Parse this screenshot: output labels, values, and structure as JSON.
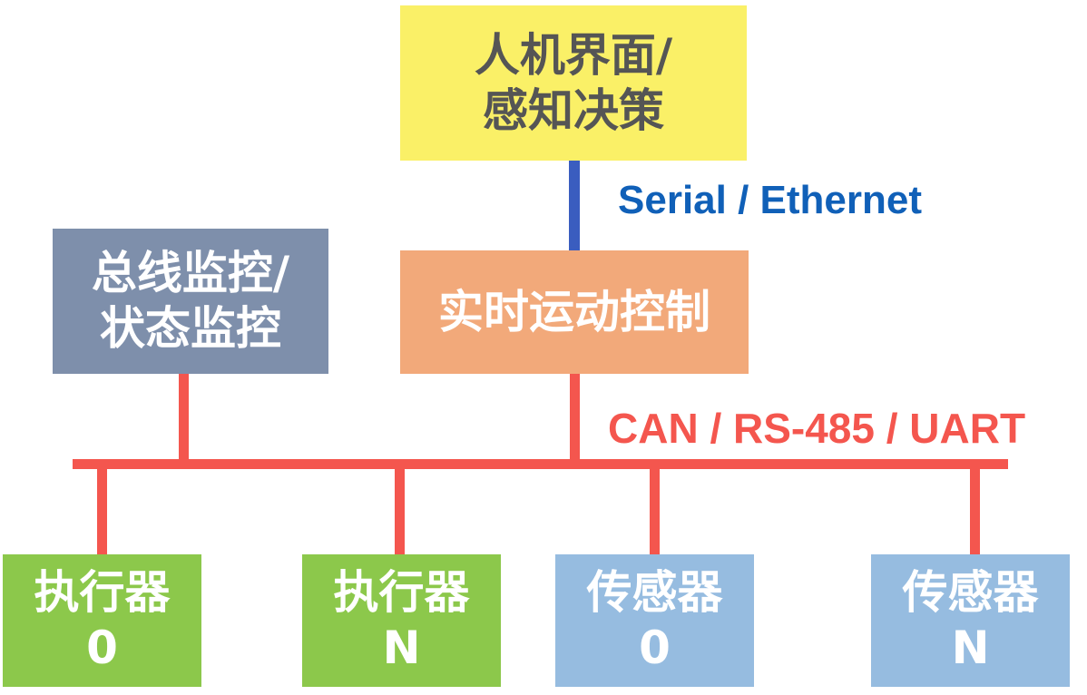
{
  "colors": {
    "hmi_fill": "#FAF067",
    "realtime_fill": "#F2A97A",
    "monitor_fill": "#7E8FAB",
    "actuator_fill": "#8CC84B",
    "sensor_fill": "#96BCE0",
    "serial_link": "#3A5DBF",
    "bus_link": "#F4564E",
    "dark_text": "#555555",
    "light_text": "#ffffff",
    "serial_label": "#1060B8",
    "bus_label": "#F4564E"
  },
  "nodes": {
    "hmi": {
      "line1": "人机界面/",
      "line2": "感知决策"
    },
    "realtime": {
      "line1": "实时运动控制"
    },
    "monitor": {
      "line1": "总线监控/",
      "line2": "状态监控"
    },
    "actuator_0": {
      "line1": "执行器",
      "line2": "0"
    },
    "actuator_n": {
      "line1": "执行器",
      "line2": "N"
    },
    "sensor_0": {
      "line1": "传感器",
      "line2": "0"
    },
    "sensor_n": {
      "line1": "传感器",
      "line2": "N"
    }
  },
  "links": {
    "serial_label": "Serial / Ethernet",
    "bus_label": "CAN / RS-485 / UART"
  }
}
